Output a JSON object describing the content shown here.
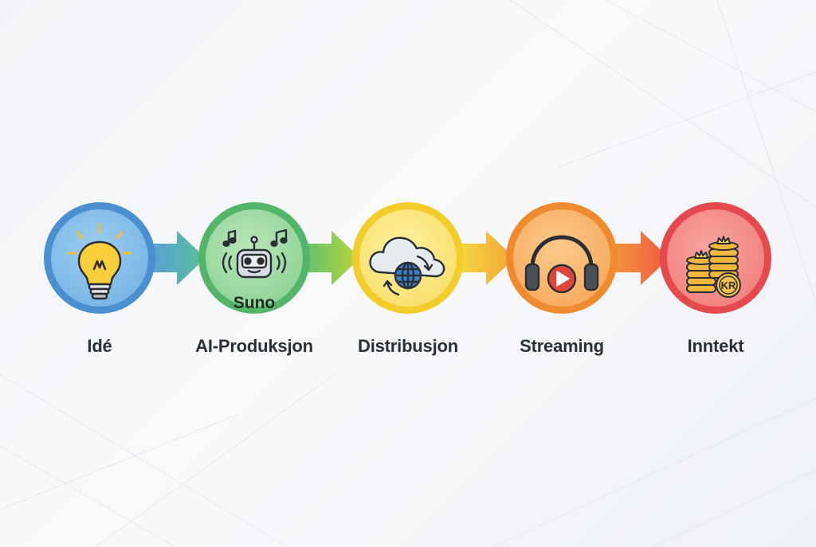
{
  "colors": {
    "idea": "#4a90d0",
    "ai": "#52b56a",
    "distribution": "#f2cd2a",
    "streaming": "#f08a2e",
    "income": "#e5484d",
    "icon_stroke": "#2a2f36"
  },
  "stages": [
    {
      "label": "Idé",
      "icon": "lightbulb-icon"
    },
    {
      "label": "AI-Produksjon",
      "icon": "robot-icon",
      "icon_text": "Suno"
    },
    {
      "label": "Distribusjon",
      "icon": "cloud-globe-icon"
    },
    {
      "label": "Streaming",
      "icon": "headphones-play-icon"
    },
    {
      "label": "Inntekt",
      "icon": "coins-icon",
      "icon_text": "KR"
    }
  ]
}
